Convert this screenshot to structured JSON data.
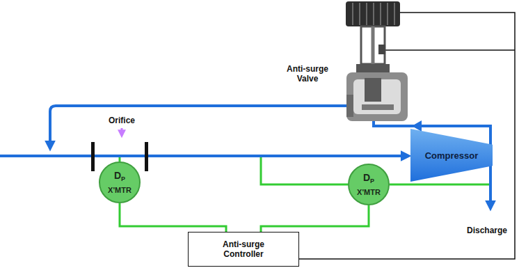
{
  "diagram": {
    "nodes": [
      {
        "text": [
          "Compressor"
        ]
      },
      {
        "text": [
          "D",
          "P",
          "X'MTR"
        ]
      },
      {
        "text": [
          "D",
          "P",
          "X'MTR"
        ]
      },
      {
        "text": [
          "Anti-surge Controller"
        ]
      }
    ],
    "edges": [
      {
        "from": 1,
        "to": 3,
        "arrow": "none"
      },
      {
        "from": 2,
        "to": 3,
        "arrow": "none"
      }
    ],
    "labels": [
      "Anti-surge Valve",
      "Orifice",
      "Discharge"
    ]
  }
}
